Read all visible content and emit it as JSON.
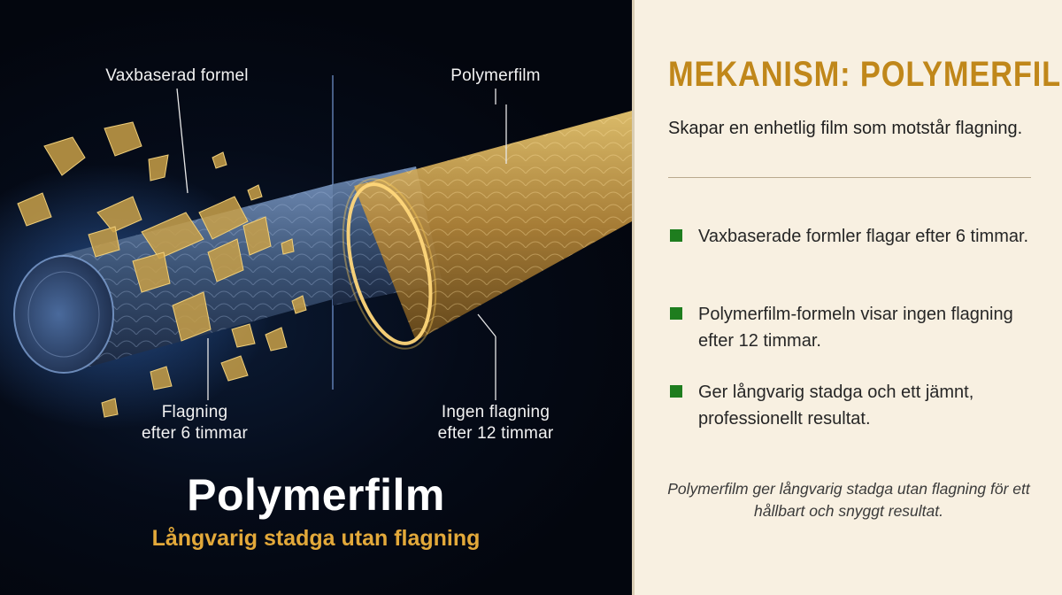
{
  "left": {
    "callout_wax": "Vaxbaserad formel",
    "callout_polymer": "Polymerfilm",
    "callout_flaking": "Flagning\nefter 6 timmar",
    "callout_no_flaking": "Ingen flagning\nefter 12 timmar",
    "title": "Polymerfilm",
    "subtitle": "Långvarig stadga utan flagning"
  },
  "right": {
    "title": "MEKANISM: POLYMERFILM",
    "subtitle": "Skapar en enhetlig film som motstår flagning.",
    "bullets": [
      "Vaxbaserade formler flagar efter 6 timmar.",
      "Polymerfilm-formeln visar ingen flagning efter 12 timmar.",
      "Ger långvarig stadga och ett jämnt, professionellt resultat."
    ],
    "note": "Polymerfilm ger långvarig stadga utan flagning för ett hållbart och snyggt resultat."
  },
  "colors": {
    "accent_gold": "#c0871a",
    "bullet_green": "#1e7d1e",
    "panel_cream": "#f8f0e1",
    "dark_bg": "#050b18"
  }
}
